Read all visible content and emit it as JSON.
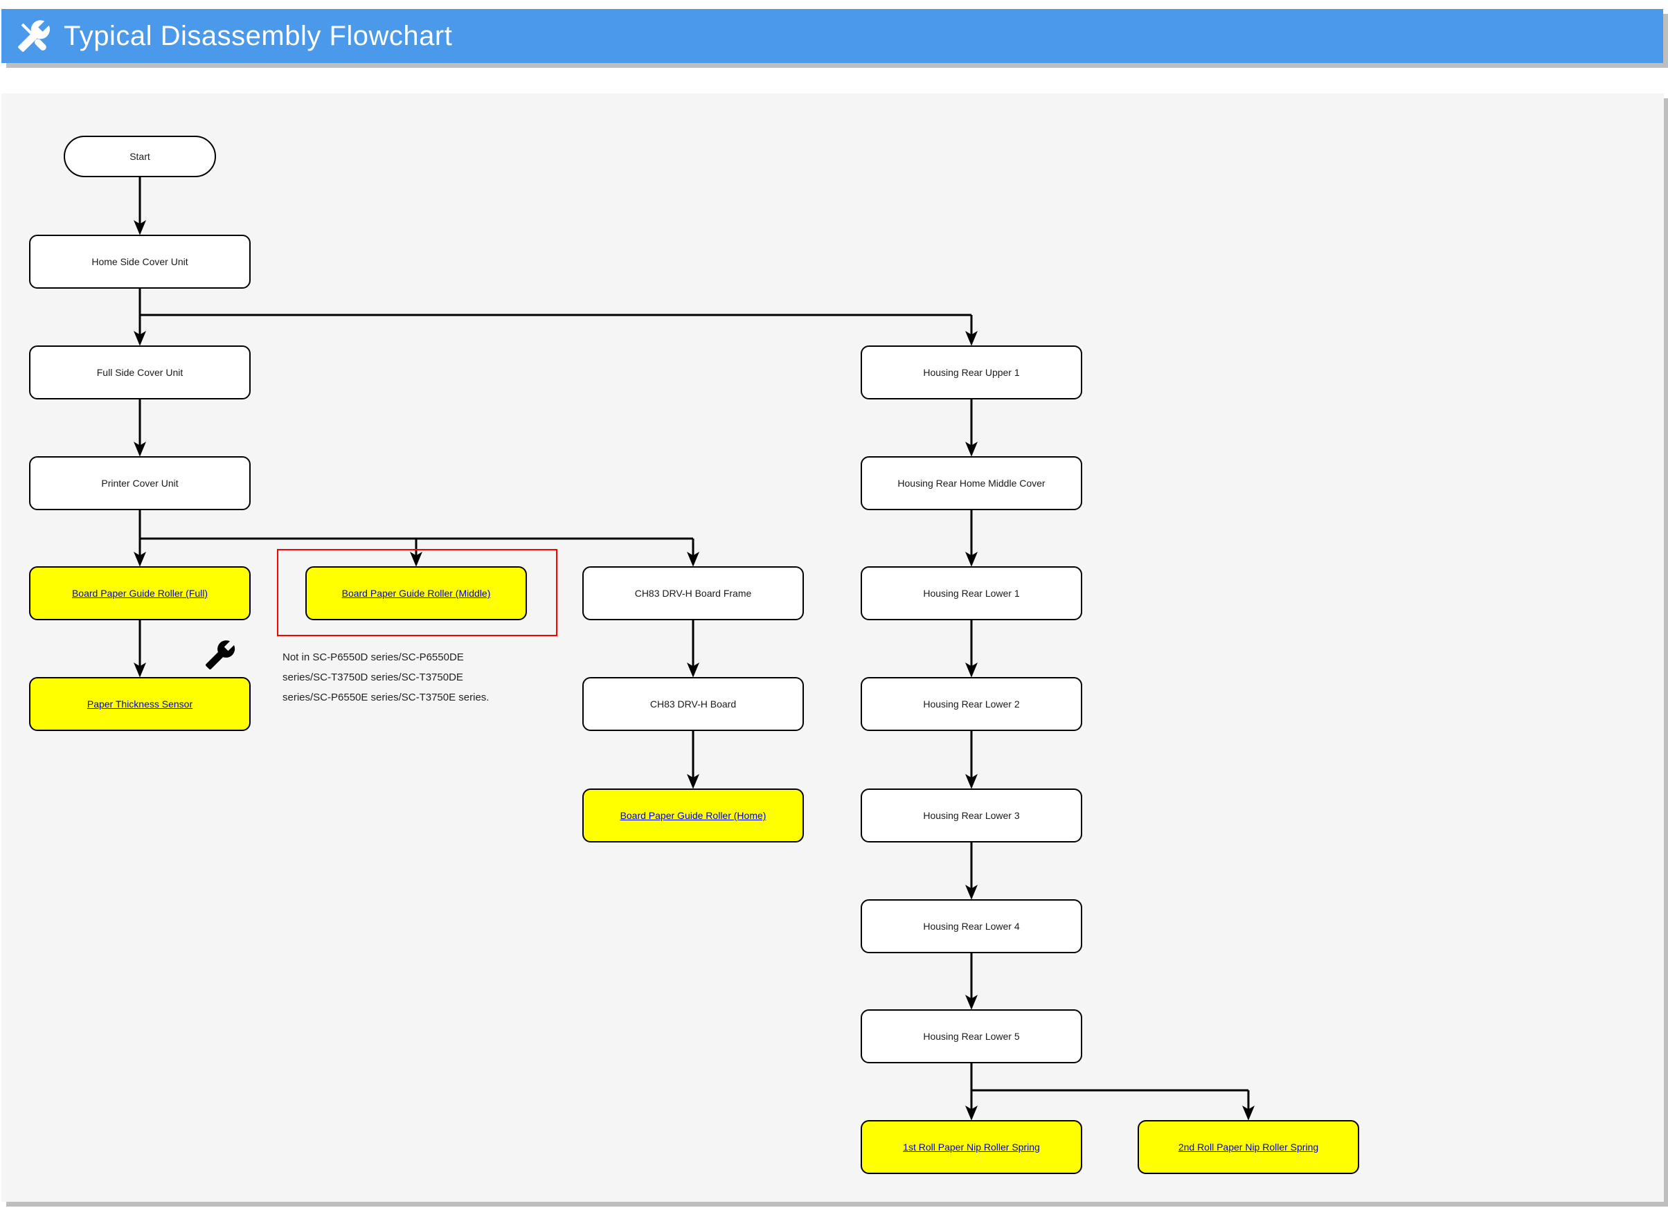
{
  "header": {
    "title": "Typical Disassembly Flowchart",
    "icon": "crossed-wrench-screwdriver-icon"
  },
  "colors": {
    "header_bg": "#4a99ea",
    "header_text": "#ffffff",
    "panel_bg": "#f5f5f5",
    "panel_shadow": "#bebebe",
    "node_fill": "#ffffff",
    "node_border": "#000000",
    "highlight_fill": "#ffff00",
    "link_text": "#0000dd",
    "red_frame": "#ff0000",
    "connector": "#000000"
  },
  "nodes": {
    "start": {
      "label": "Start"
    },
    "home_side_cover_unit": {
      "label": "Home Side Cover Unit"
    },
    "full_side_cover_unit": {
      "label": "Full Side Cover Unit"
    },
    "printer_cover_unit": {
      "label": "Printer Cover Unit"
    },
    "board_paper_guide_roller_full": {
      "label": "Board Paper Guide Roller (Full)"
    },
    "paper_thickness_sensor": {
      "label": "Paper Thickness Sensor"
    },
    "board_paper_guide_roller_middle": {
      "label": "Board Paper Guide Roller (Middle)"
    },
    "ch83_drv_h_board_frame": {
      "label": "CH83 DRV-H Board Frame"
    },
    "ch83_drv_h_board": {
      "label": "CH83 DRV-H Board"
    },
    "board_paper_guide_roller_home": {
      "label": "Board Paper Guide Roller (Home)"
    },
    "housing_rear_upper_1": {
      "label": "Housing Rear Upper 1"
    },
    "housing_rear_home_middle_cover": {
      "label": "Housing Rear Home Middle Cover"
    },
    "housing_rear_lower_1": {
      "label": "Housing Rear Lower 1"
    },
    "housing_rear_lower_2": {
      "label": "Housing Rear Lower 2"
    },
    "housing_rear_lower_3": {
      "label": "Housing Rear Lower 3"
    },
    "housing_rear_lower_4": {
      "label": "Housing Rear Lower 4"
    },
    "housing_rear_lower_5": {
      "label": "Housing Rear Lower 5"
    },
    "first_roll_paper_nip_roller_spring": {
      "label": "1st Roll Paper Nip Roller Spring"
    },
    "second_roll_paper_nip_roller_spring": {
      "label": "2nd Roll Paper Nip Roller Spring"
    }
  },
  "note": {
    "lines": [
      "Not in SC-P6550D series/SC-P6550DE",
      "series/SC-T3750D series/SC-T3750DE",
      "series/SC-P6550E series/SC-T3750E series."
    ]
  }
}
